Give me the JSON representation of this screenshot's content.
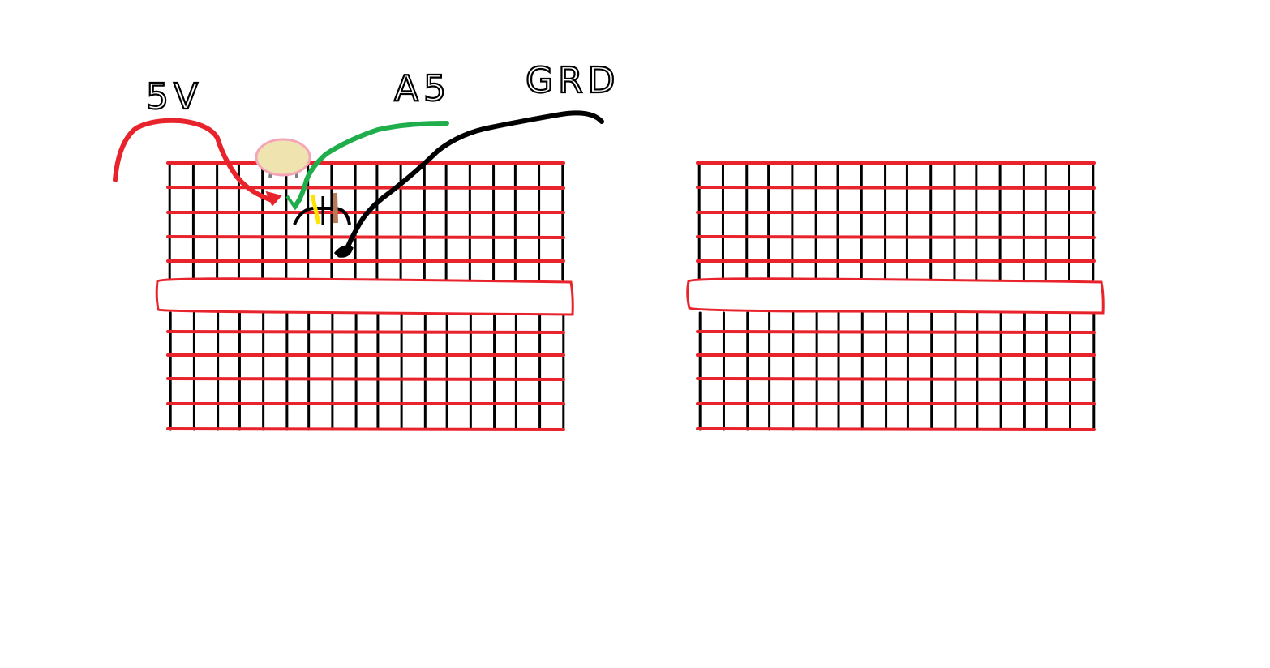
{
  "labels": {
    "five_volt": "5V",
    "analog_pin": "A5",
    "ground": "GRD"
  },
  "colors": {
    "background": "#ffffff",
    "grid_rows": "#e8232b",
    "grid_columns": "#000000",
    "wire_5v": "#e8232b",
    "wire_a5": "#1fae4b",
    "wire_ground": "#000000",
    "sensor_body": "#efe4b0",
    "sensor_outline": "#f4a6b8",
    "sensor_legs": "#7f7f7f",
    "resistor_band_yellow": "#ffe400",
    "resistor_band_brown": "#b97a57"
  },
  "components": {
    "breadboards": [
      "left-breadboard",
      "right-breadboard"
    ],
    "sensor": "round-sensor",
    "resistor": "resistor"
  }
}
